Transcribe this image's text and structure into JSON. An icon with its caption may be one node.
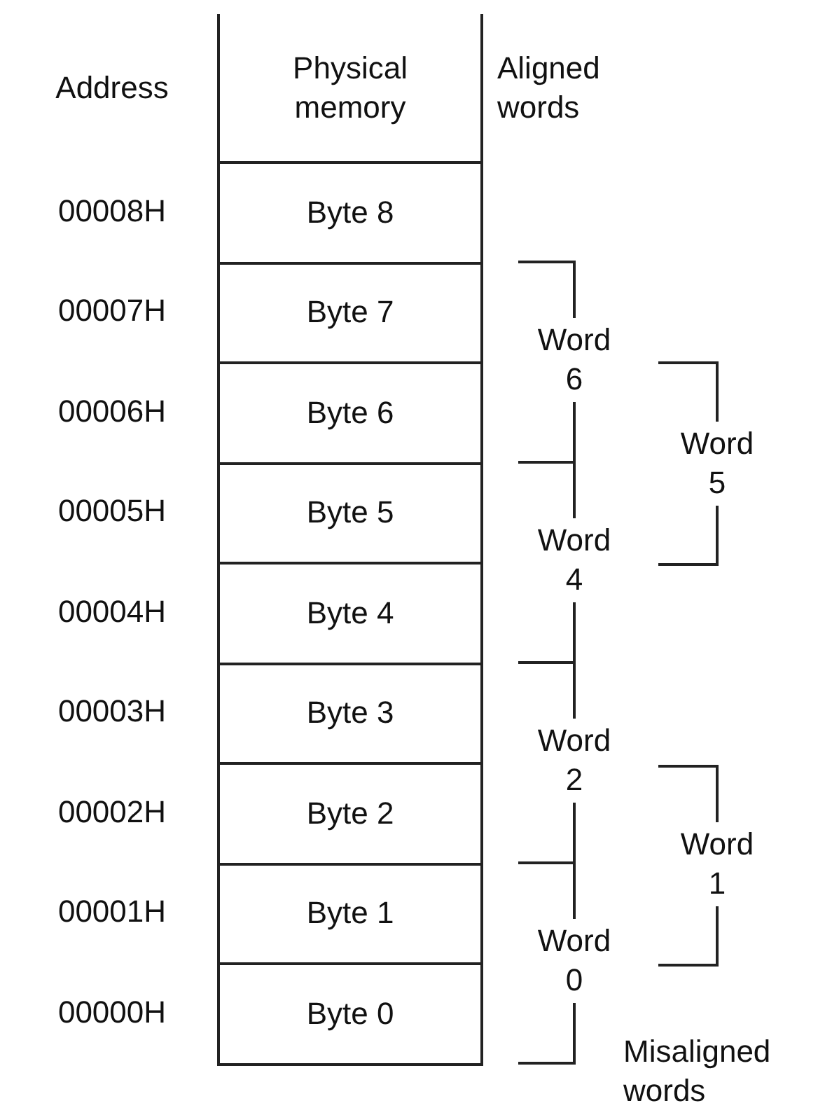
{
  "diagram": {
    "nodes": [
      {
        "text": [
          "Physical memory"
        ]
      },
      {
        "text": [
          "Byte 8"
        ]
      },
      {
        "text": [
          "Byte 7"
        ]
      },
      {
        "text": [
          "Byte 6"
        ]
      },
      {
        "text": [
          "Byte 5"
        ]
      },
      {
        "text": [
          "Byte 4"
        ]
      },
      {
        "text": [
          "Byte 3"
        ]
      },
      {
        "text": [
          "Byte 2"
        ]
      },
      {
        "text": [
          "Byte 1"
        ]
      },
      {
        "text": [
          "Byte 0"
        ]
      }
    ],
    "labels": [
      "Address",
      "Aligned words",
      "00008H",
      "00007H",
      "00006H",
      "00005H",
      "00004H",
      "00003H",
      "00002H",
      "00001H",
      "00000H",
      "Word 6",
      "Word 4",
      "Word 2",
      "Word 0",
      "Word 5",
      "Word 1",
      "Misaligned words"
    ]
  }
}
